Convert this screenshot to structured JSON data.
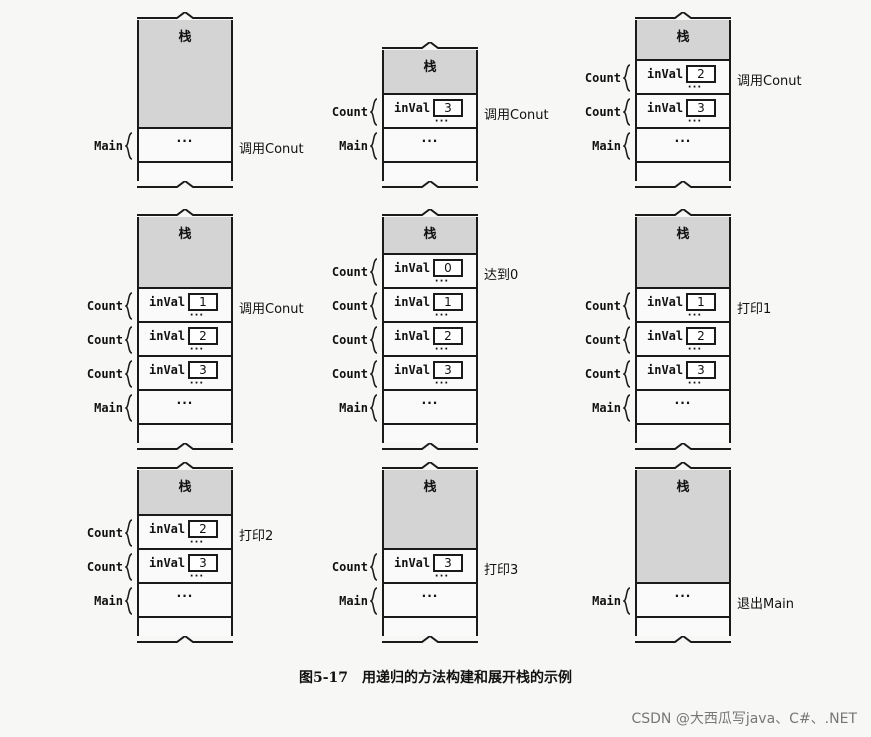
{
  "stack_title": "栈",
  "labels": {
    "count": "Count",
    "main": "Main",
    "inval": "inVal",
    "ellipsis": "···"
  },
  "panels": [
    {
      "frames": [],
      "note": "调用Conut",
      "note_frame": "main"
    },
    {
      "frames": [
        "3"
      ],
      "note": "调用Conut",
      "note_frame": 0
    },
    {
      "frames": [
        "2",
        "3"
      ],
      "note": "调用Conut",
      "note_frame": 0
    },
    {
      "frames": [
        "1",
        "2",
        "3"
      ],
      "note": "调用Conut",
      "note_frame": 0
    },
    {
      "frames": [
        "0",
        "1",
        "2",
        "3"
      ],
      "note": "达到0",
      "note_frame": 0
    },
    {
      "frames": [
        "1",
        "2",
        "3"
      ],
      "note": "打印1",
      "note_frame": 0
    },
    {
      "frames": [
        "2",
        "3"
      ],
      "note": "打印2",
      "note_frame": 0
    },
    {
      "frames": [
        "3"
      ],
      "note": "打印3",
      "note_frame": 0
    },
    {
      "frames": [],
      "note": "退出Main",
      "note_frame": "main"
    }
  ],
  "caption": "图5-17　用递归的方法构建和展开栈的示例",
  "watermark": "CSDN @大西瓜写java、C#、.NET",
  "colors": {
    "stack_head": "#d4d4d4",
    "ink": "#1a1a1a"
  }
}
